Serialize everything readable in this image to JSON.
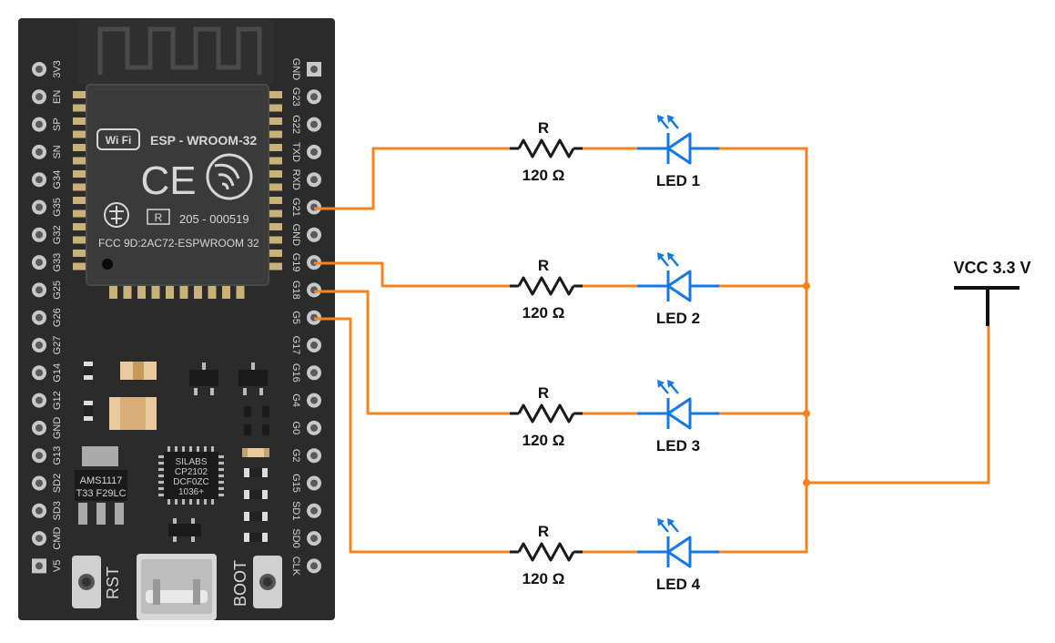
{
  "board": {
    "left_pins": [
      "3V3",
      "EN",
      "SP",
      "SN",
      "G34",
      "G35",
      "G32",
      "G33",
      "G25",
      "G26",
      "G27",
      "G14",
      "G12",
      "GND",
      "G13",
      "SD2",
      "SD3",
      "CMD",
      "V5"
    ],
    "right_pins": [
      "GND",
      "G23",
      "G22",
      "TXD",
      "RXD",
      "G21",
      "GND",
      "G19",
      "G18",
      "G5",
      "G17",
      "G16",
      "G4",
      "G0",
      "G2",
      "G15",
      "SD1",
      "SD0",
      "CLK"
    ],
    "module_label": "ESP - WROOM-32",
    "wifi_label": "Wi Fi",
    "ce_mark": "CE",
    "r_mark": "R",
    "cert_number": "205 - 000519",
    "fcc_label": "FCC  9D:2AC72-ESPWROOM 32",
    "regulator_label": "AMS1117",
    "regulator_code": "T33 F29LC",
    "usb_chip_lines": [
      "SILABS",
      "CP2102",
      "DCF0ZC",
      "1036+"
    ],
    "rst_label": "RST",
    "boot_label": "BOOT"
  },
  "circuits": [
    {
      "resistor_name": "R",
      "resistor_value": "120 Ω",
      "led_label": "LED 1",
      "pin": "G21"
    },
    {
      "resistor_name": "R",
      "resistor_value": "120 Ω",
      "led_label": "LED 2",
      "pin": "G19"
    },
    {
      "resistor_name": "R",
      "resistor_value": "120 Ω",
      "led_label": "LED 3",
      "pin": "G18"
    },
    {
      "resistor_name": "R",
      "resistor_value": "120 Ω",
      "led_label": "LED 4",
      "pin": "G5"
    }
  ],
  "supply": {
    "label": "VCC 3.3 V"
  },
  "colors": {
    "board": "#2b2b2b",
    "module": "#3a3a3a",
    "wire": "#f5841f",
    "component": "#1a1a1a",
    "led": "#1478e6",
    "pin_pad": "#c8c8c8",
    "silk": "#d6d6d6"
  }
}
